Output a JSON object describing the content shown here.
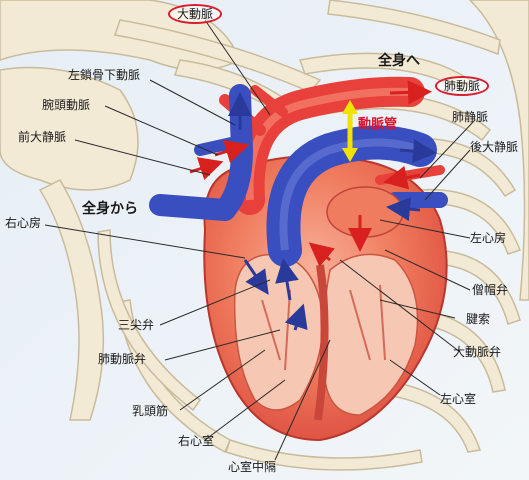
{
  "labels": {
    "aorta": "大動脈",
    "left_subclavian_artery": "左鎖骨下動脈",
    "to_whole_body": "全身へ",
    "pulmonary_artery": "肺動脈",
    "brachiocephalic_artery": "腕頭動脈",
    "pulmonary_vein": "肺静脈",
    "anterior_vena_cava": "前大静脈",
    "ductus_arteriosus": "動脈管",
    "posterior_vena_cava": "後大静脈",
    "right_atrium": "右心房",
    "from_whole_body": "全身から",
    "left_atrium": "左心房",
    "mitral_valve": "僧帽弁",
    "chordae_tendineae": "腱索",
    "tricuspid_valve": "三尖弁",
    "aortic_valve": "大動脈弁",
    "pulmonary_valve": "肺動脈弁",
    "left_ventricle": "左心室",
    "papillary_muscle": "乳頭筋",
    "right_ventricle": "右心室",
    "interventricular_septum": "心室中隔"
  },
  "colors": {
    "oxygenated": "#e8403a",
    "deoxygenated": "#3a4fbf",
    "highlight": "#e0102a",
    "ductus_arrow": "#f2e200",
    "bone": "#f3ead6",
    "background": "#eef4f9"
  }
}
